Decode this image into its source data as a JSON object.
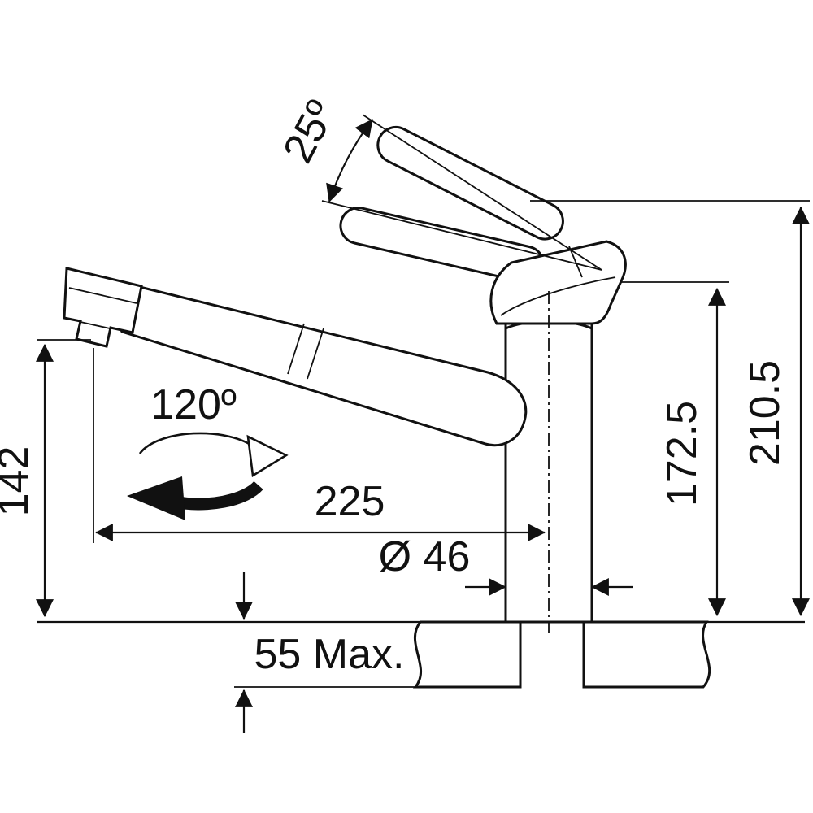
{
  "diagram": {
    "type": "technical-dimension-drawing",
    "subject": "pull-out-kitchen-faucet",
    "colors": {
      "line": "#111111",
      "background": "#ffffff"
    },
    "labels": {
      "handle_angle": "25º",
      "swivel_angle": "120º",
      "spout_height": "142",
      "spout_reach": "225",
      "base_diameter": "Ø 46",
      "body_height": "172.5",
      "total_height": "210.5",
      "deck_thickness": "55 Max."
    }
  }
}
